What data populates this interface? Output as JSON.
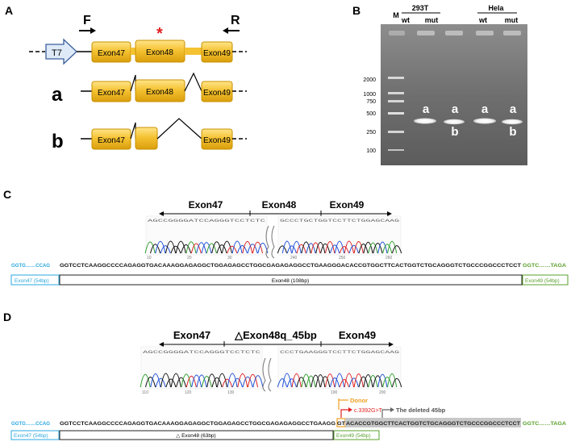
{
  "panelA": {
    "letter": "A",
    "primer_f": "F",
    "primer_r": "R",
    "asterisk": "*",
    "t7": "T7",
    "exon47": "Exon47",
    "exon48": "Exon48",
    "exon49": "Exon49",
    "row_a": "a",
    "row_b": "b",
    "colors": {
      "exon": "#f5c232",
      "exon_edge": "#c89200",
      "t7_fill": "#dfeaf8",
      "t7_edge": "#3a5f9a",
      "asterisk": "#e02020"
    }
  },
  "panelB": {
    "letter": "B",
    "group1": "293T",
    "group2": "Hela",
    "lane_m": "M",
    "lanes": [
      "wt",
      "mut",
      "wt",
      "mut"
    ],
    "ladder": [
      "2000",
      "1000",
      "750",
      "500",
      "250",
      "100"
    ],
    "band_a": "a",
    "band_b": "b"
  },
  "panelC": {
    "letter": "C",
    "exon47": "Exon47",
    "exon48": "Exon48",
    "exon49": "Exon49",
    "ticks_left": [
      "10",
      "20",
      "30"
    ],
    "ticks_right": [
      "240",
      "250",
      "260"
    ],
    "chrom_seq_left": "AGCCGGGGATCCAGGGTCCTCTC",
    "chrom_seq_right": "GCCCTGCTGGTCCTTCTGGAGCAAG",
    "seq_left": "GGTG……CCAG",
    "seq_mid": "GGTCCTCAAGGCCCCAGAGGTGACAAAGGAGAGGCTGGAGAGCCTGGCGAGAGAGGCCTGAAGGGACACCGTGGCTTCACTGGTCTGCAGGGTCTGCCCGGCCCTCCT",
    "seq_right": "GGTC……TAGA",
    "box_e47": "Exon47 (54bp)",
    "box_e48": "Exon48 (108bp)",
    "box_e49": "Exon49 (54bp)"
  },
  "panelD": {
    "letter": "D",
    "exon47": "Exon47",
    "exon48": "△Exon48q_45bp",
    "exon49": "Exon49",
    "ticks_left": [
      "110",
      "120",
      "130"
    ],
    "ticks_right": [
      "190",
      "200"
    ],
    "chrom_seq_left": "AGCCGGGGATCCAGGGTCCTCTC",
    "chrom_seq_right": "CCCTGAAGGGTCCTTCTGGAGCAAG",
    "mutation": "c.3392G>T",
    "donor": "Donor",
    "deleted": "The deleted 45bp",
    "seq_left": "GGTG……CCAG",
    "seq_mid": "GGTCCTCAAGGCCCCAGAGGTGACAAAGGAGAGGCTGGAGAGCCTGGCGAGAGAGGCCTGAAGG",
    "seq_gt": "GT",
    "seq_deleted": "ACACCGTGGCTTCACTGGTCTGCAGGGTCTGCCCGGCCCTCCT",
    "seq_right": "GGTC……TAGA",
    "box_e47": "Exon47 (54bp)",
    "box_e48": "△ Exon48 (63bp)",
    "box_e49": "Exon49 (54bp)"
  },
  "colors": {
    "exon47_seq": "#2aa7e0",
    "exon49_seq": "#5aa02c",
    "donor": "#f0a020",
    "mutation": "#e02020",
    "deleted_fill": "#c8c8c8",
    "trace_a": "#2ca02c",
    "trace_c": "#1f4fd8",
    "trace_g": "#111111",
    "trace_t": "#e02020"
  }
}
